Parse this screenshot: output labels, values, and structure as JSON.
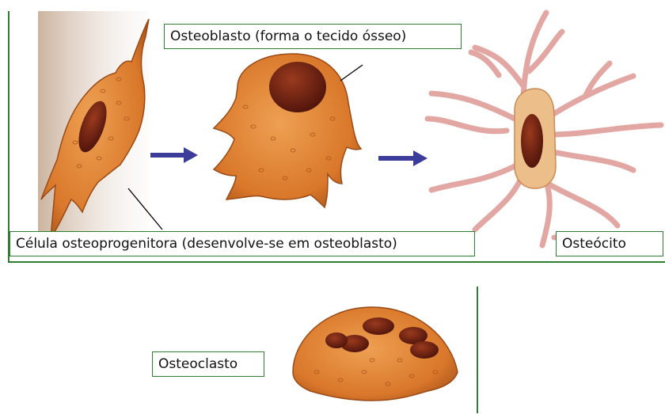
{
  "labels": {
    "osteoblast": "Osteoblasto (forma o tecido ósseo)",
    "progenitor": "Célula osteoprogenitora (desenvolve-se em osteoblasto)",
    "osteocyte": "Osteócito",
    "osteoclast": "Osteoclasto"
  },
  "colors": {
    "cell_body": "#d9772a",
    "cell_dark": "#a4501a",
    "nucleus": "#6a1f12",
    "osteocyte_body": "#ecbf8a",
    "process": "#e2a7a2",
    "arrow": "#3c3c9a",
    "frame": "#2e7d32"
  }
}
